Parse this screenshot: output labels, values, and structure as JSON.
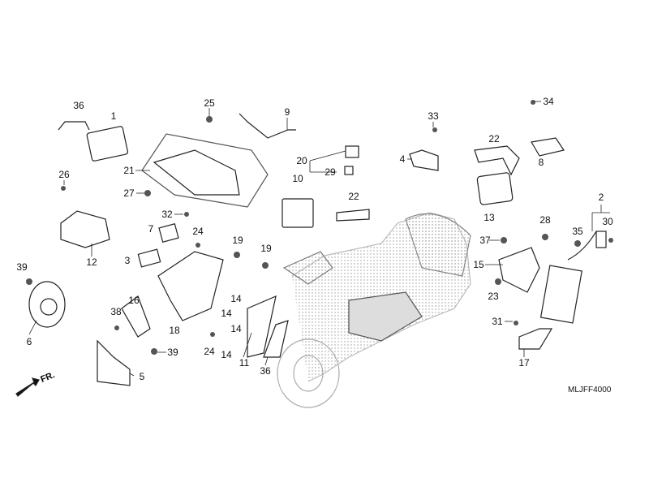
{
  "diagram_code": "MLJFF4000",
  "front_indicator": "FR.",
  "callouts": [
    {
      "id": "c36a",
      "num": "36"
    },
    {
      "id": "c1",
      "num": "1"
    },
    {
      "id": "c25",
      "num": "25"
    },
    {
      "id": "c9",
      "num": "9"
    },
    {
      "id": "c33",
      "num": "33"
    },
    {
      "id": "c34",
      "num": "34"
    },
    {
      "id": "c22a",
      "num": "22"
    },
    {
      "id": "c20",
      "num": "20"
    },
    {
      "id": "c29",
      "num": "29"
    },
    {
      "id": "c4",
      "num": "4"
    },
    {
      "id": "c8",
      "num": "8"
    },
    {
      "id": "c21",
      "num": "21"
    },
    {
      "id": "c26",
      "num": "26"
    },
    {
      "id": "c27",
      "num": "27"
    },
    {
      "id": "c10",
      "num": "10"
    },
    {
      "id": "c22b",
      "num": "22"
    },
    {
      "id": "c32",
      "num": "32"
    },
    {
      "id": "c13",
      "num": "13"
    },
    {
      "id": "c2",
      "num": "2"
    },
    {
      "id": "c7",
      "num": "7"
    },
    {
      "id": "c24a",
      "num": "24"
    },
    {
      "id": "c28",
      "num": "28"
    },
    {
      "id": "c30",
      "num": "30"
    },
    {
      "id": "c35",
      "num": "35"
    },
    {
      "id": "c37",
      "num": "37"
    },
    {
      "id": "c19a",
      "num": "19"
    },
    {
      "id": "c19b",
      "num": "19"
    },
    {
      "id": "c3",
      "num": "3"
    },
    {
      "id": "c12",
      "num": "12"
    },
    {
      "id": "c39a",
      "num": "39"
    },
    {
      "id": "c15",
      "num": "15"
    },
    {
      "id": "c23",
      "num": "23"
    },
    {
      "id": "c14a",
      "num": "14"
    },
    {
      "id": "c16",
      "num": "16"
    },
    {
      "id": "c38",
      "num": "38"
    },
    {
      "id": "c14b",
      "num": "14"
    },
    {
      "id": "c14c",
      "num": "14"
    },
    {
      "id": "c31",
      "num": "31"
    },
    {
      "id": "c18",
      "num": "18"
    },
    {
      "id": "c6",
      "num": "6"
    },
    {
      "id": "c39b",
      "num": "39"
    },
    {
      "id": "c24b",
      "num": "24"
    },
    {
      "id": "c11",
      "num": "11"
    },
    {
      "id": "c14d",
      "num": "14"
    },
    {
      "id": "c36b",
      "num": "36"
    },
    {
      "id": "c17",
      "num": "17"
    },
    {
      "id": "c5",
      "num": "5"
    }
  ]
}
